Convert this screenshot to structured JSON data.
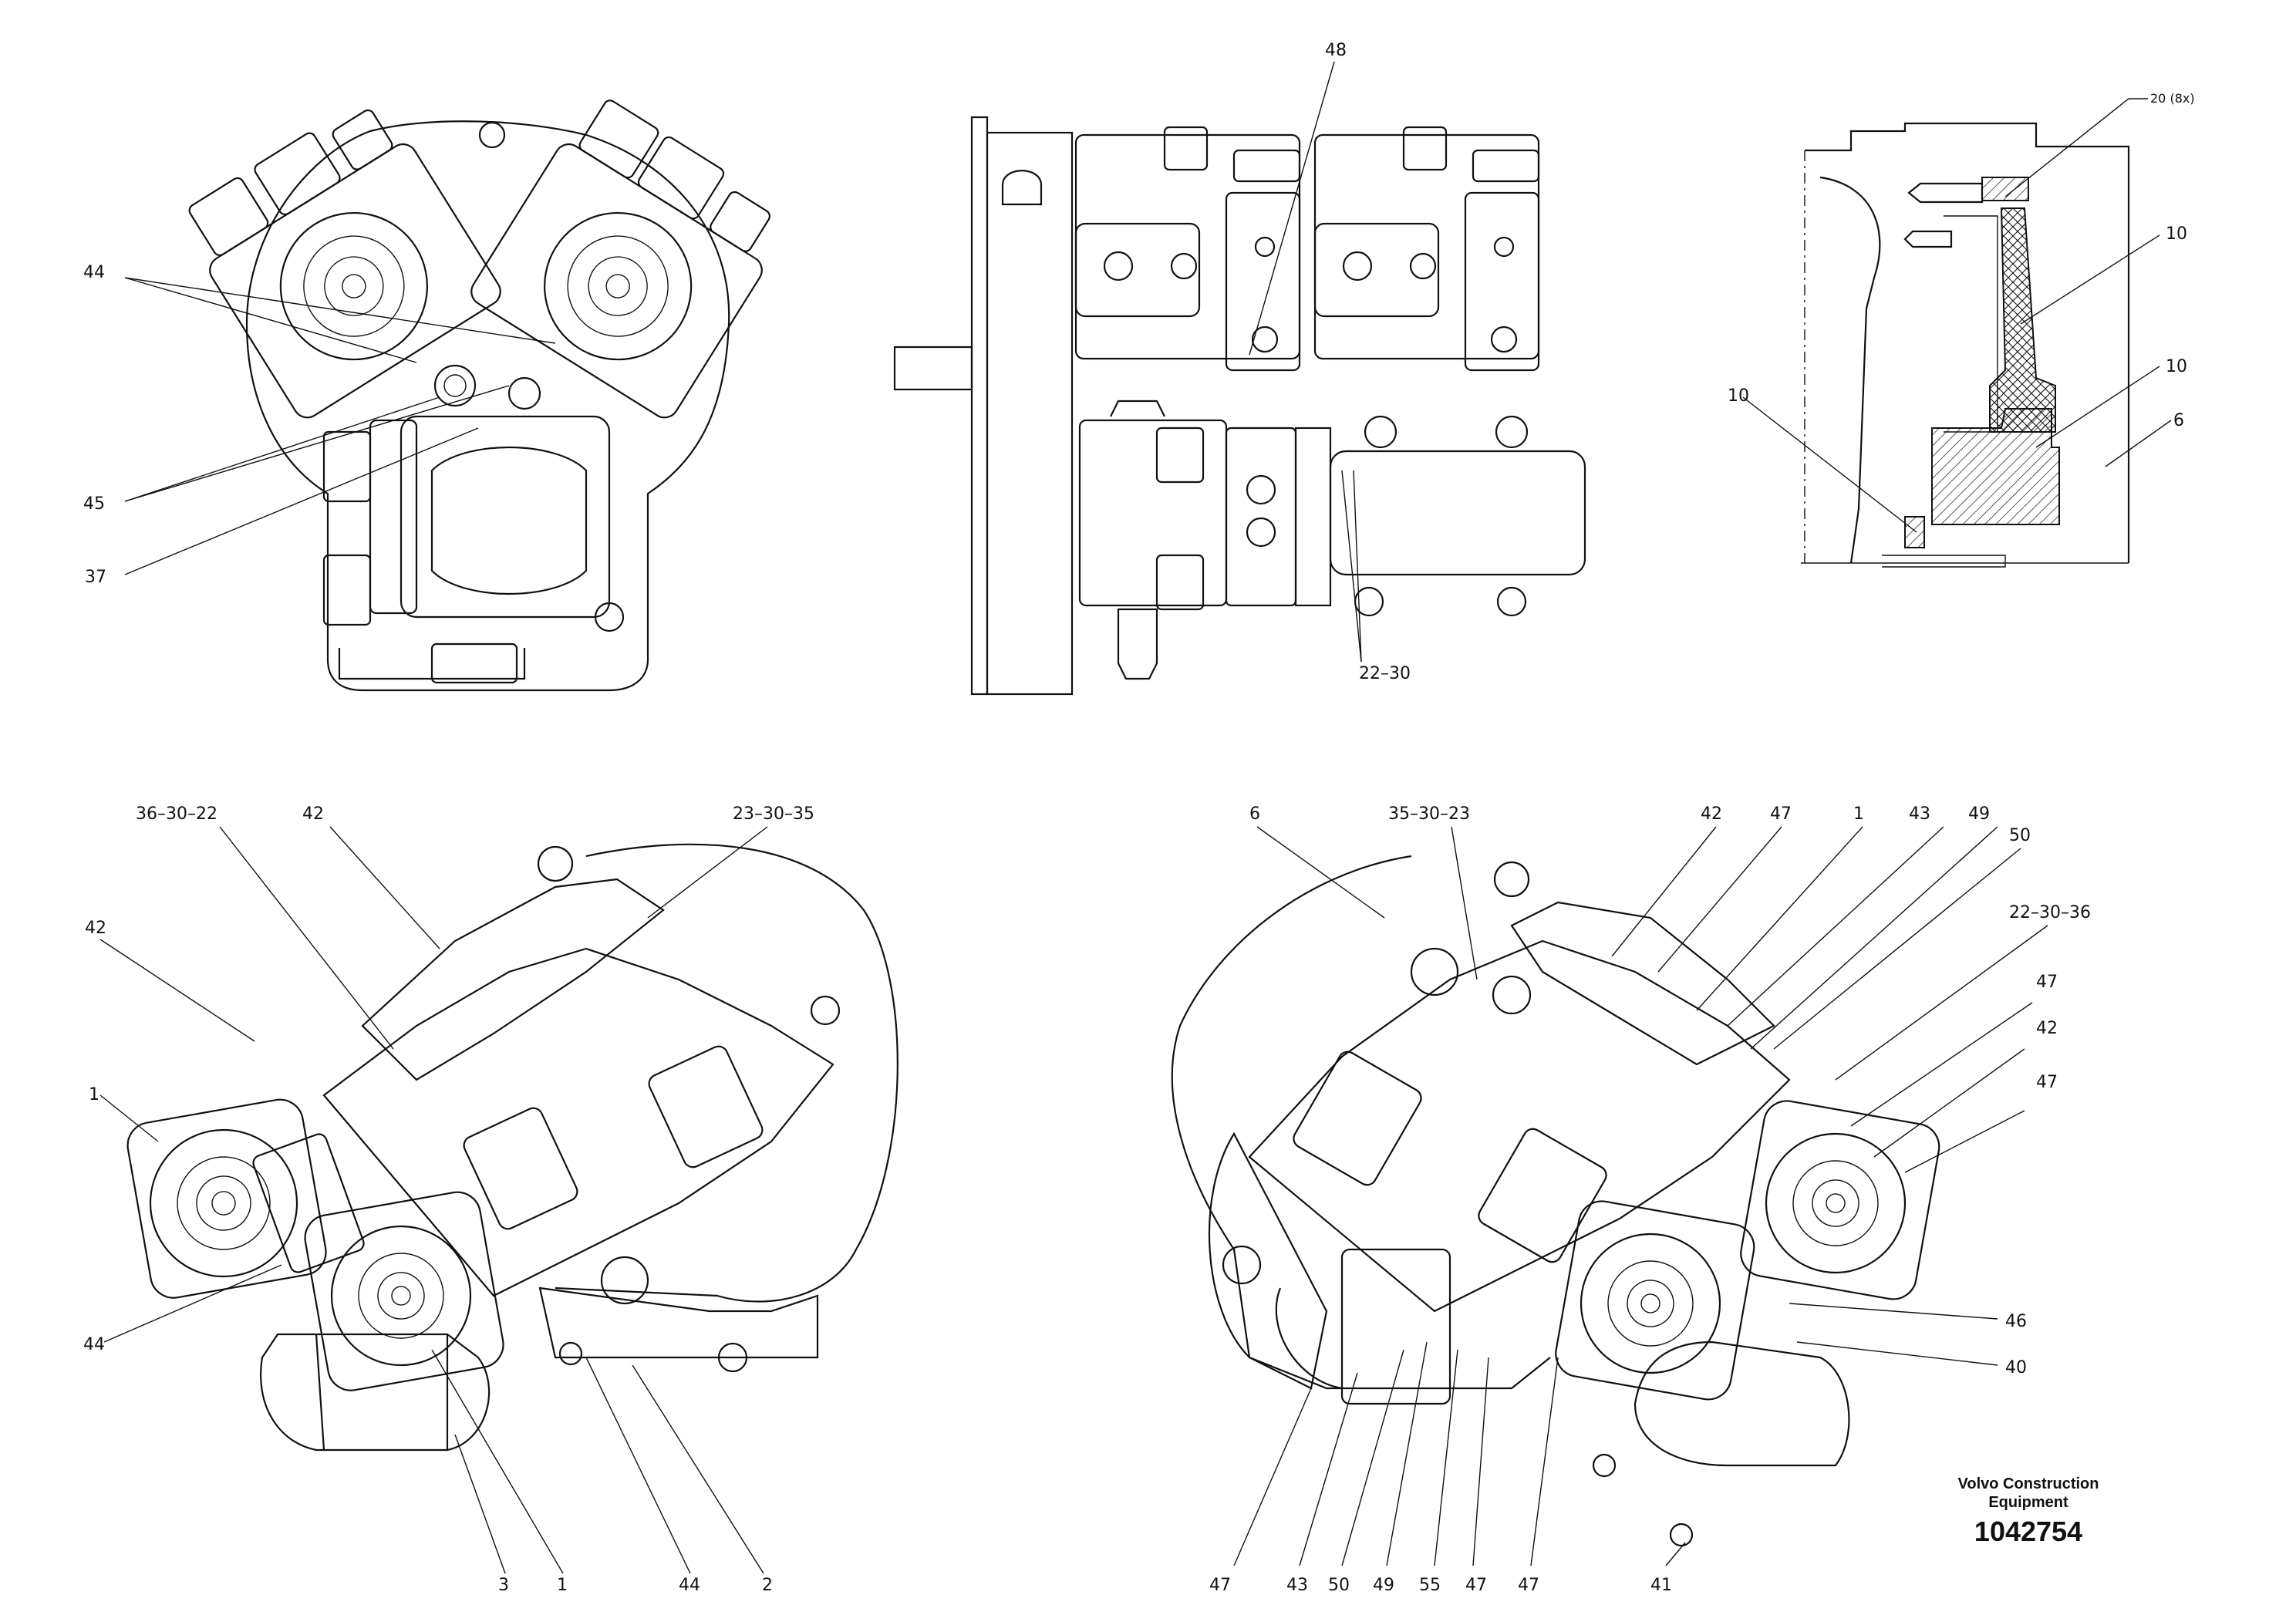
{
  "callouts": {
    "top_left": [
      "44",
      "45",
      "37"
    ],
    "top_middle": [
      "48",
      "22–30"
    ],
    "top_right": [
      "20 (8x)",
      "10",
      "10",
      "10",
      "6"
    ],
    "bottom_left": [
      "36–30–22",
      "42",
      "23–30–35",
      "42",
      "1",
      "44",
      "3",
      "1",
      "44",
      "2"
    ],
    "bottom_right": [
      "6",
      "35–30–23",
      "42",
      "47",
      "1",
      "43",
      "49",
      "50",
      "22–30–36",
      "47",
      "42",
      "47",
      "46",
      "40",
      "47",
      "43",
      "50",
      "49",
      "55",
      "47",
      "47",
      "41"
    ]
  },
  "brand": {
    "line1": "Volvo Construction",
    "line2": "Equipment"
  },
  "document_number": "1042754"
}
